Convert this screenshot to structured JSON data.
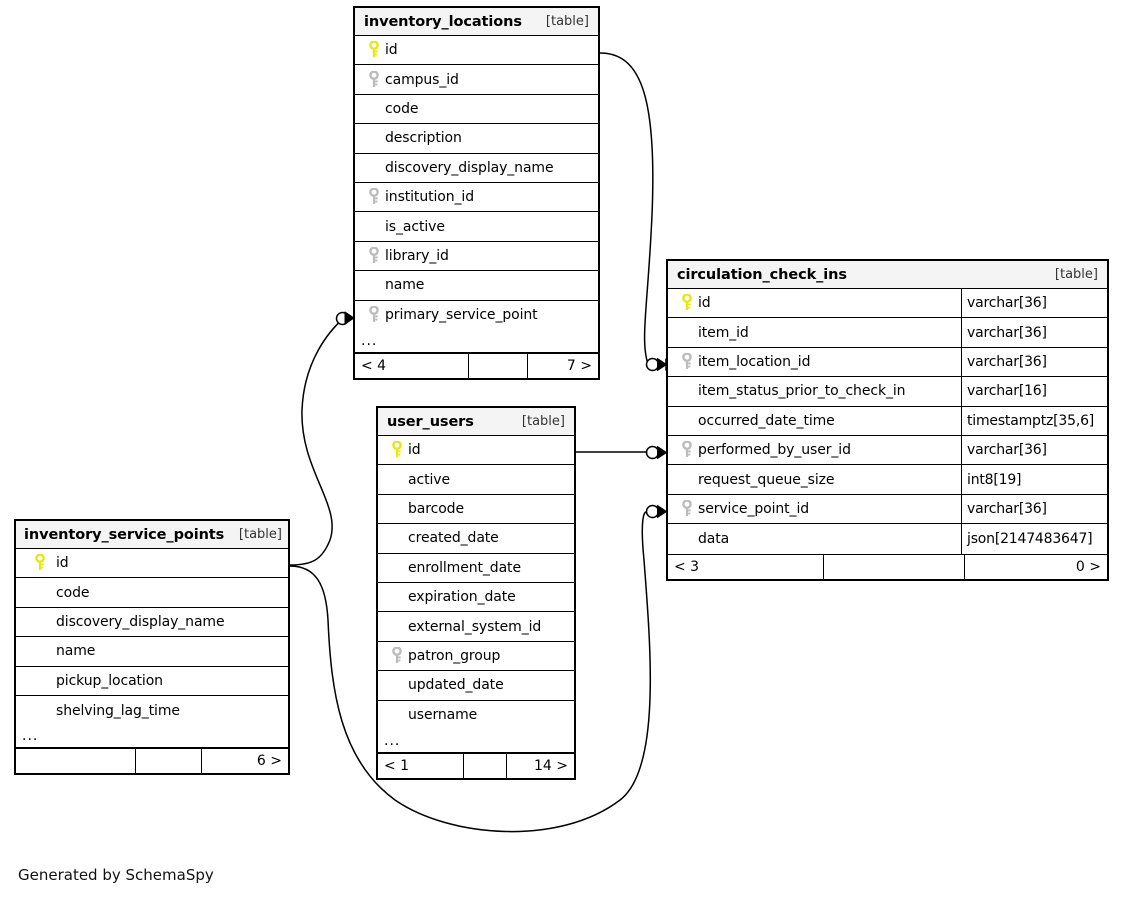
{
  "diagram": {
    "caption": "Generated by SchemaSpy",
    "table_tag": "[table]",
    "ellipsis": "...",
    "colors": {
      "primary_key": "#e8e80c",
      "foreign_key": "#bcbcbc",
      "header_bg": "#f4f4f4",
      "border": "#000000",
      "background": "#ffffff"
    }
  },
  "tables": {
    "inventory_locations": {
      "name": "inventory_locations",
      "tag": "[table]",
      "columns": [
        {
          "key": "primary",
          "name": "id",
          "type": ""
        },
        {
          "key": "foreign",
          "name": "campus_id",
          "type": ""
        },
        {
          "key": "none",
          "name": "code",
          "type": ""
        },
        {
          "key": "none",
          "name": "description",
          "type": ""
        },
        {
          "key": "none",
          "name": "discovery_display_name",
          "type": ""
        },
        {
          "key": "foreign",
          "name": "institution_id",
          "type": ""
        },
        {
          "key": "none",
          "name": "is_active",
          "type": ""
        },
        {
          "key": "foreign",
          "name": "library_id",
          "type": ""
        },
        {
          "key": "none",
          "name": "name",
          "type": ""
        },
        {
          "key": "foreign",
          "name": "primary_service_point",
          "type": ""
        }
      ],
      "more": "...",
      "footer": {
        "left": "< 4",
        "mid": "",
        "right": "7 >"
      }
    },
    "circulation_check_ins": {
      "name": "circulation_check_ins",
      "tag": "[table]",
      "columns": [
        {
          "key": "primary",
          "name": "id",
          "type": "varchar[36]"
        },
        {
          "key": "none",
          "name": "item_id",
          "type": "varchar[36]"
        },
        {
          "key": "foreign",
          "name": "item_location_id",
          "type": "varchar[36]"
        },
        {
          "key": "none",
          "name": "item_status_prior_to_check_in",
          "type": "varchar[16]"
        },
        {
          "key": "none",
          "name": "occurred_date_time",
          "type": "timestamptz[35,6]"
        },
        {
          "key": "foreign",
          "name": "performed_by_user_id",
          "type": "varchar[36]"
        },
        {
          "key": "none",
          "name": "request_queue_size",
          "type": "int8[19]"
        },
        {
          "key": "foreign",
          "name": "service_point_id",
          "type": "varchar[36]"
        },
        {
          "key": "none",
          "name": "data",
          "type": "json[2147483647]"
        }
      ],
      "more": "",
      "footer": {
        "left": "< 3",
        "mid": "",
        "right": "0 >"
      }
    },
    "user_users": {
      "name": "user_users",
      "tag": "[table]",
      "columns": [
        {
          "key": "primary",
          "name": "id",
          "type": ""
        },
        {
          "key": "none",
          "name": "active",
          "type": ""
        },
        {
          "key": "none",
          "name": "barcode",
          "type": ""
        },
        {
          "key": "none",
          "name": "created_date",
          "type": ""
        },
        {
          "key": "none",
          "name": "enrollment_date",
          "type": ""
        },
        {
          "key": "none",
          "name": "expiration_date",
          "type": ""
        },
        {
          "key": "none",
          "name": "external_system_id",
          "type": ""
        },
        {
          "key": "foreign",
          "name": "patron_group",
          "type": ""
        },
        {
          "key": "none",
          "name": "updated_date",
          "type": ""
        },
        {
          "key": "none",
          "name": "username",
          "type": ""
        }
      ],
      "more": "...",
      "footer": {
        "left": "< 1",
        "mid": "",
        "right": "14 >"
      }
    },
    "inventory_service_points": {
      "name": "inventory_service_points",
      "tag": "[table]",
      "columns": [
        {
          "key": "primary",
          "name": "id",
          "type": ""
        },
        {
          "key": "none",
          "name": "code",
          "type": ""
        },
        {
          "key": "none",
          "name": "discovery_display_name",
          "type": ""
        },
        {
          "key": "none",
          "name": "name",
          "type": ""
        },
        {
          "key": "none",
          "name": "pickup_location",
          "type": ""
        },
        {
          "key": "none",
          "name": "shelving_lag_time",
          "type": ""
        }
      ],
      "more": "...",
      "footer": {
        "left": "",
        "mid": "",
        "right": "6 >"
      }
    }
  },
  "relationships": [
    {
      "name": "inventory_locations-id-to-circulation_check_ins-item_location_id",
      "from_table": "inventory_locations",
      "from_column": "id",
      "to_table": "circulation_check_ins",
      "to_column": "item_location_id"
    },
    {
      "name": "inventory_service_points-id-to-inventory_locations-primary_service_point",
      "from_table": "inventory_service_points",
      "from_column": "id",
      "to_table": "inventory_locations",
      "to_column": "primary_service_point"
    },
    {
      "name": "user_users-id-to-circulation_check_ins-performed_by_user_id",
      "from_table": "user_users",
      "from_column": "id",
      "to_table": "circulation_check_ins",
      "to_column": "performed_by_user_id"
    },
    {
      "name": "inventory_service_points-id-to-circulation_check_ins-service_point_id",
      "from_table": "inventory_service_points",
      "from_column": "id",
      "to_table": "circulation_check_ins",
      "to_column": "service_point_id"
    }
  ]
}
